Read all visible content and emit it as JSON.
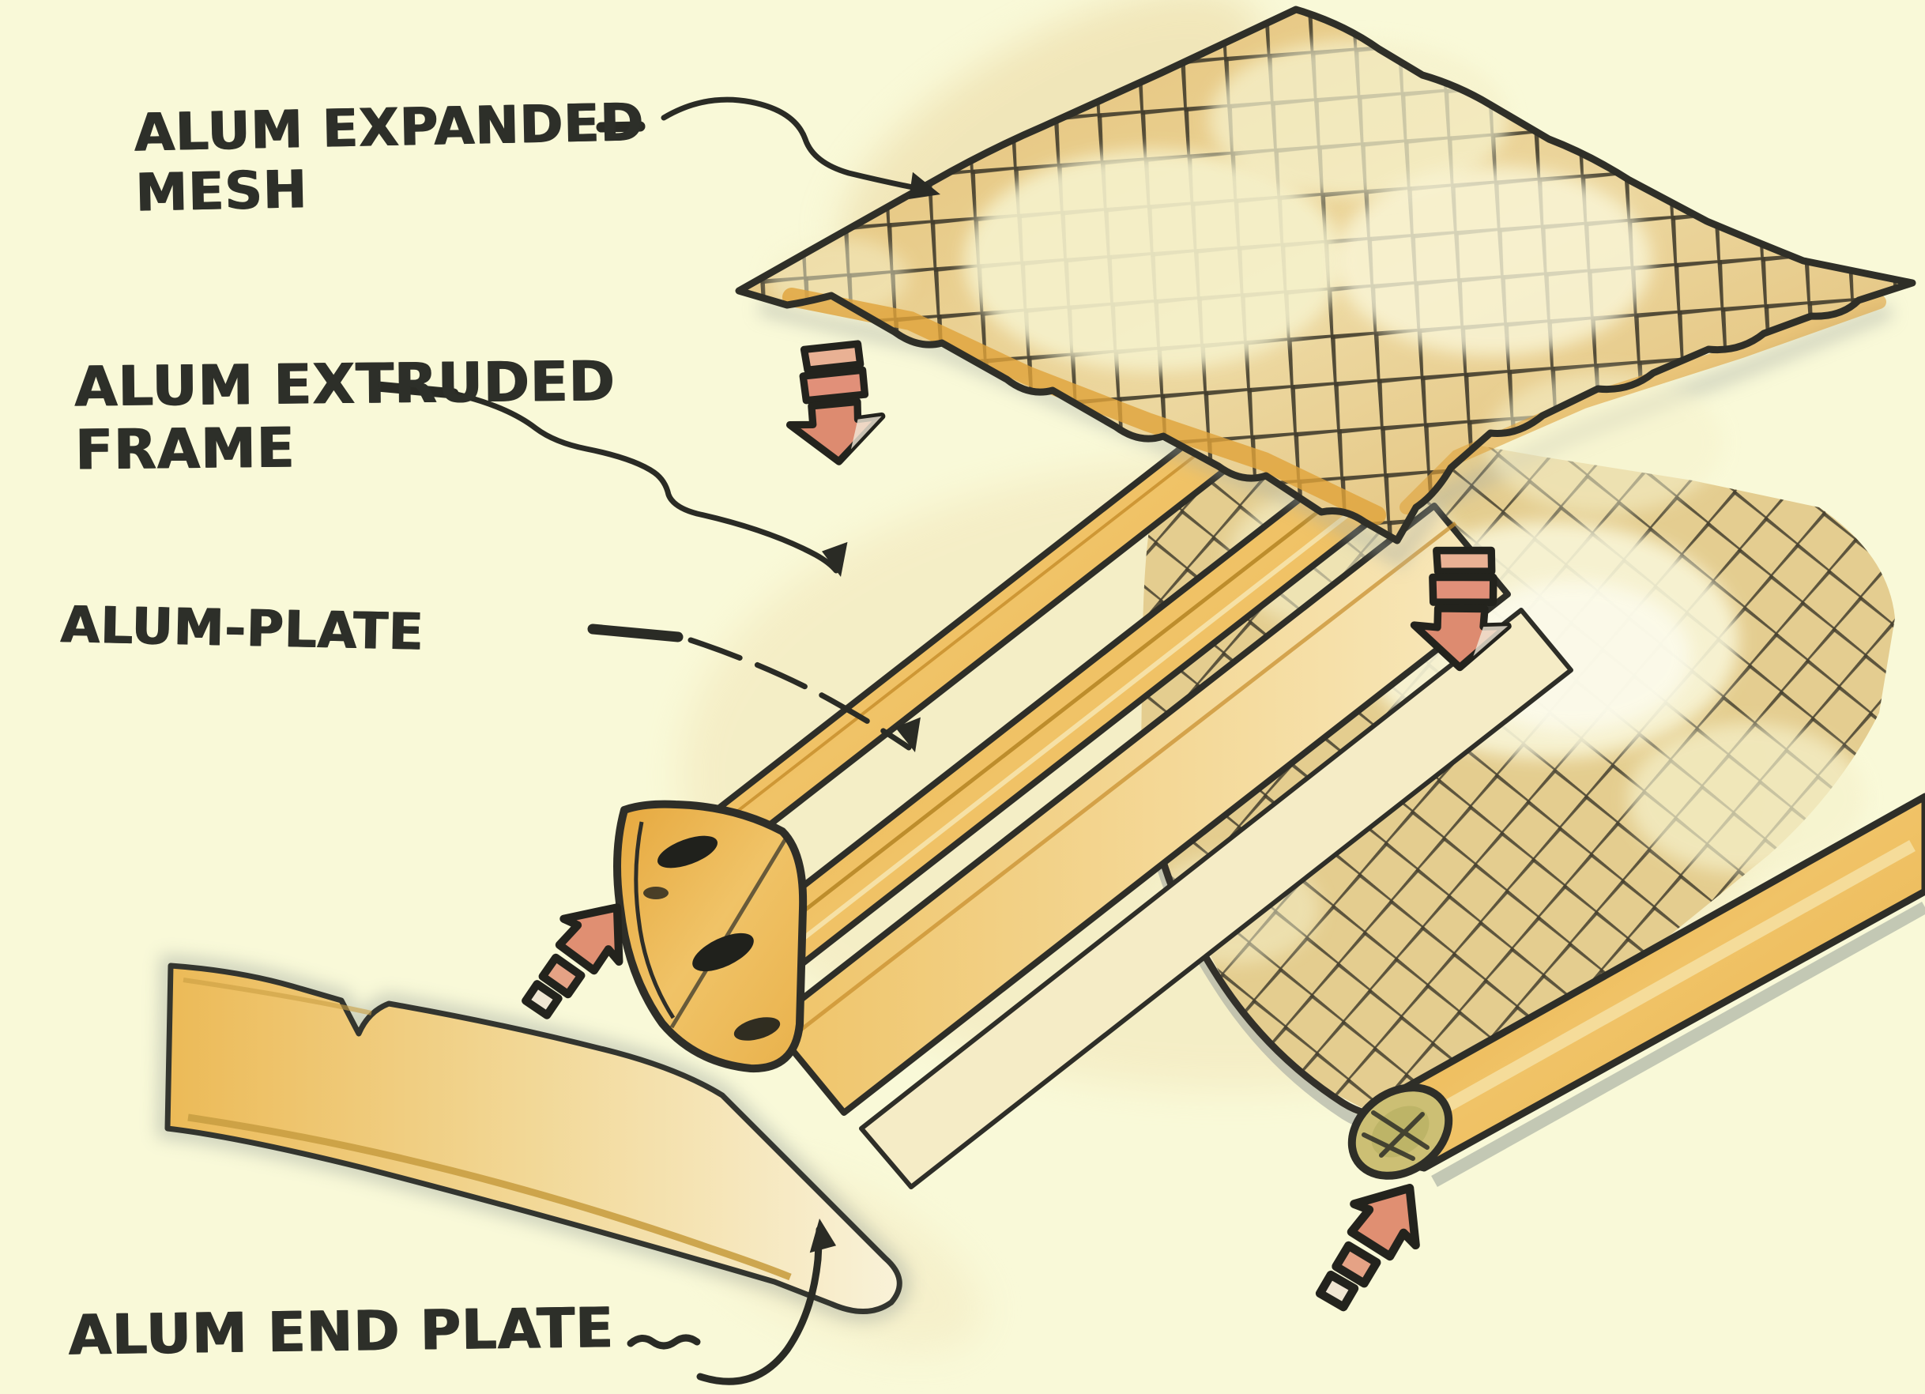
{
  "labels": {
    "expanded_mesh": {
      "line1": "ALUM EXPANDED",
      "line2": "MESH"
    },
    "extruded_frame": {
      "line1": "ALUM EXTRUDED",
      "line2": "FRAME"
    },
    "plate": {
      "text": "ALUM-PLATE"
    },
    "end_plate": {
      "text": "ALUM END PLATE"
    }
  },
  "icons": {
    "down_arrow": "segmented-down-arrow",
    "up_right_arrow": "segmented-up-right-arrow",
    "leader_arrow": "curved-leader-arrow"
  },
  "colors": {
    "paper": "#f9f9d8",
    "ink": "#2d2f29",
    "mesh_wash": "#e4c074",
    "mesh_orange": "#e0a23a",
    "frame_gold": "#eab44e",
    "frame_highlight": "#f6e4ad",
    "plate_pale": "#f9f2d8",
    "arrow_salmon": "#dd8b70",
    "shadow_gray": "#9aa19a"
  }
}
